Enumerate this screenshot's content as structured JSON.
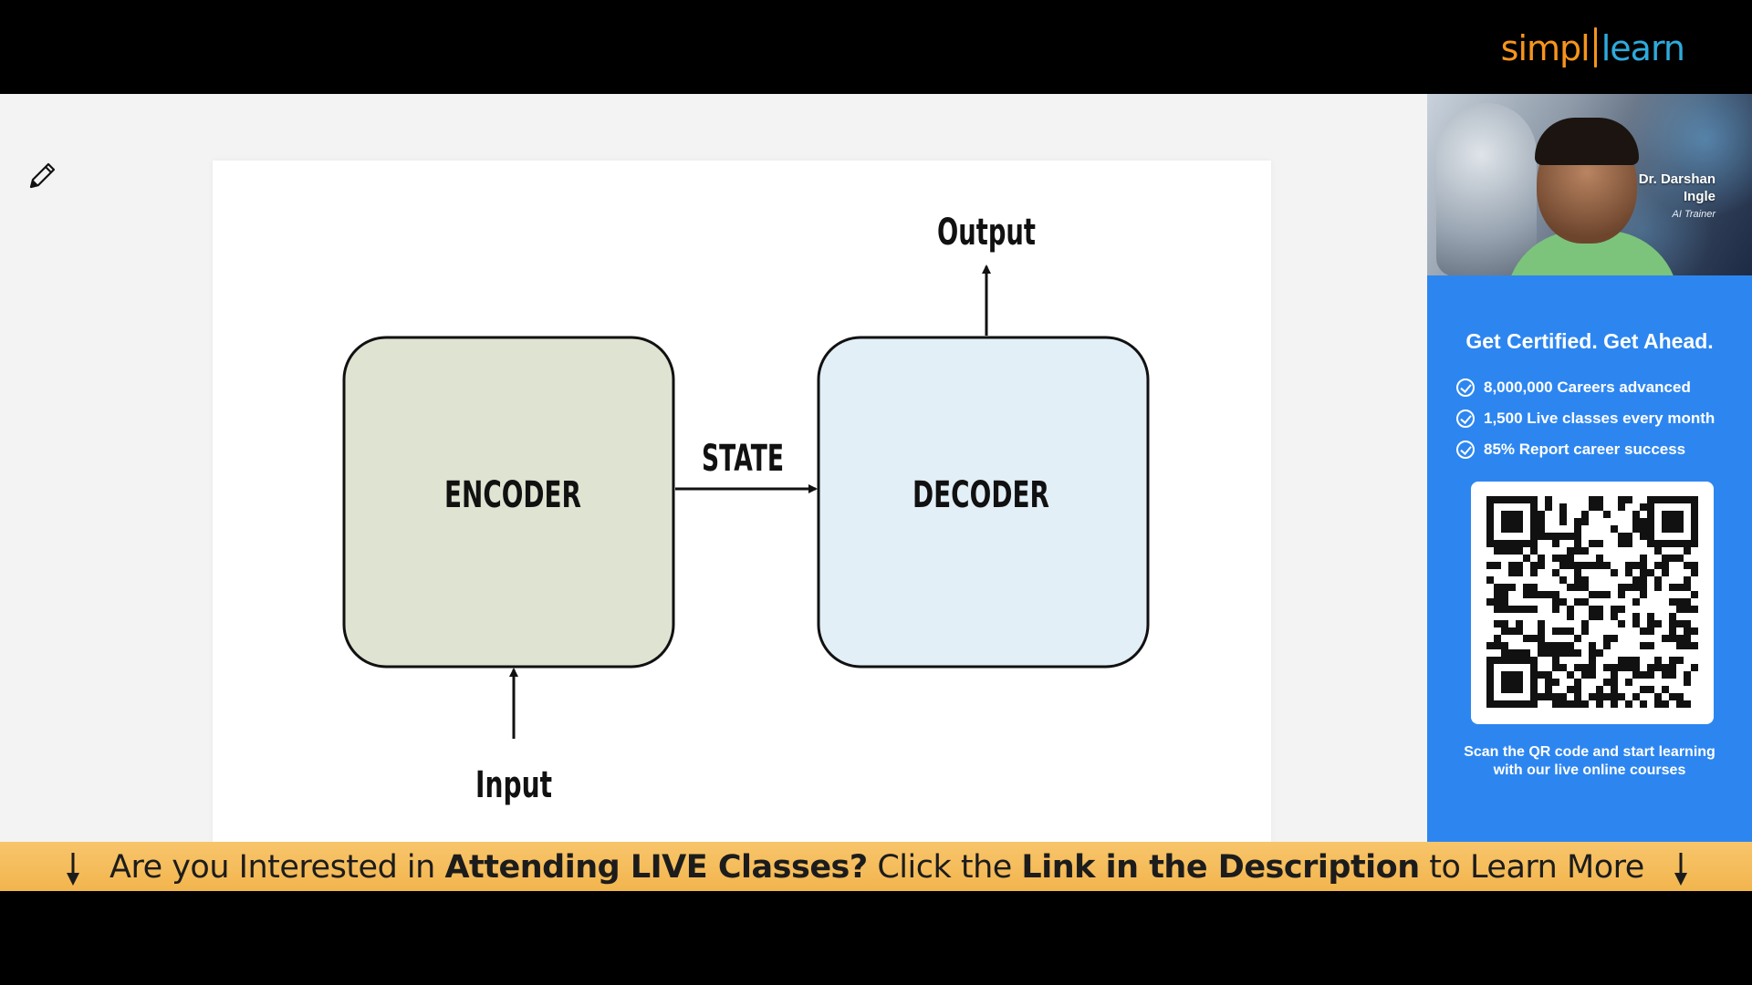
{
  "brand": {
    "logo_left": "simpl",
    "logo_right": "learn"
  },
  "diagram": {
    "encoder_label": "ENCODER",
    "decoder_label": "DECODER",
    "state_label": "STATE",
    "input_label": "Input",
    "output_label": "Output",
    "encoder_color": "#dfe4d2",
    "decoder_color": "#e2eff7"
  },
  "trainer": {
    "name_line1": "Dr. Darshan",
    "name_line2": "Ingle",
    "role": "AI Trainer"
  },
  "promo": {
    "title": "Get Certified. Get Ahead.",
    "stats": [
      "8,000,000 Careers advanced",
      "1,500 Live classes every month",
      "85% Report career success"
    ],
    "scan_line1": "Scan the QR code and start learning",
    "scan_line2": "with our live online courses",
    "panel_color": "#2d86f0"
  },
  "banner": {
    "part1": "Are you Interested in ",
    "part2": "Attending LIVE Classes?",
    "part3": " Click the ",
    "part4": "Link in the Description",
    "part5": " to Learn More",
    "color": "#f2b54e"
  },
  "icons": [
    "pencil-icon",
    "down-arrow-icon",
    "check-circle-icon",
    "qr-code"
  ]
}
